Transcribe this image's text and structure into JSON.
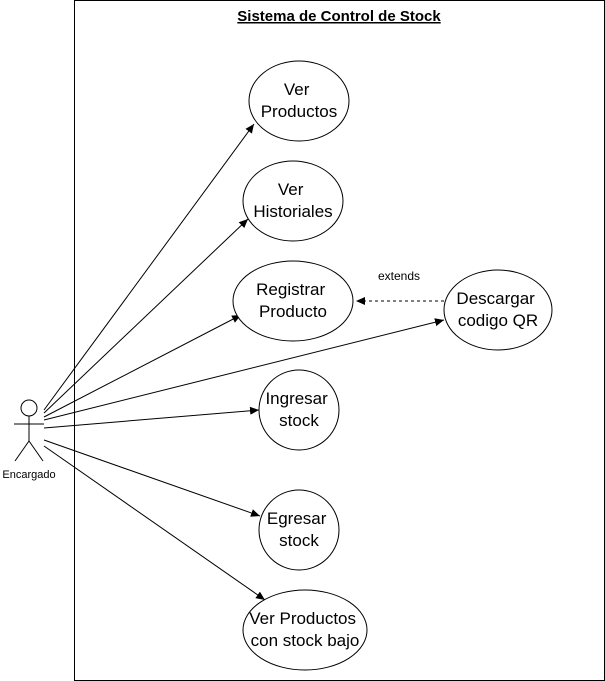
{
  "system": {
    "title": "Sistema de Control de Stock"
  },
  "actor": {
    "label": "Encargado"
  },
  "use_cases": {
    "ver_productos": [
      "Ver",
      "Productos"
    ],
    "ver_historiales": [
      "Ver",
      "Historiales"
    ],
    "registrar_producto": [
      "Registrar",
      "Producto"
    ],
    "descargar_qr": [
      "Descargar",
      "codigo QR"
    ],
    "ingresar_stock": [
      "Ingresar",
      "stock"
    ],
    "egresar_stock": [
      "Egresar",
      "stock"
    ],
    "ver_stock_bajo": [
      "Ver Productos",
      "con stock bajo"
    ]
  },
  "relations": {
    "extends_label": "extends"
  }
}
